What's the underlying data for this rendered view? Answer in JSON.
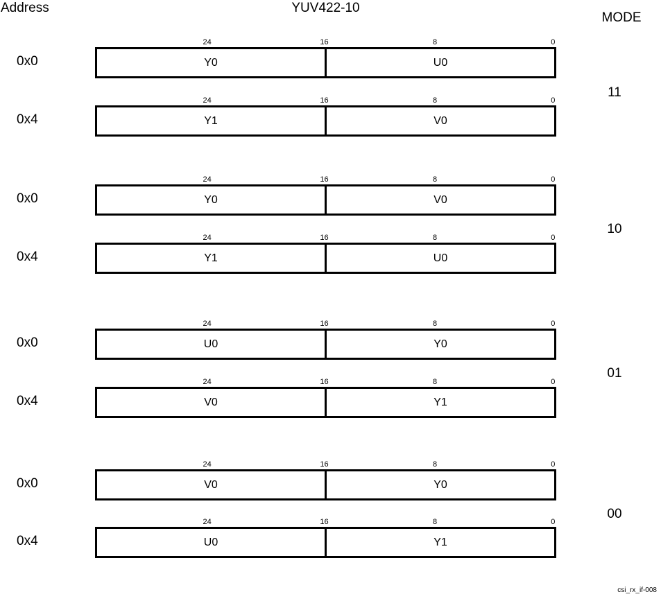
{
  "header": {
    "address_label": "Address",
    "title": "YUV422-10",
    "mode_label": "MODE"
  },
  "bit_scale": [
    "24",
    "16",
    "8",
    "0"
  ],
  "groups": [
    {
      "mode": "11",
      "rows": [
        {
          "address": "0x0",
          "high": "Y0",
          "low": "U0"
        },
        {
          "address": "0x4",
          "high": "Y1",
          "low": "V0"
        }
      ]
    },
    {
      "mode": "10",
      "rows": [
        {
          "address": "0x0",
          "high": "Y0",
          "low": "V0"
        },
        {
          "address": "0x4",
          "high": "Y1",
          "low": "U0"
        }
      ]
    },
    {
      "mode": "01",
      "rows": [
        {
          "address": "0x0",
          "high": "U0",
          "low": "Y0"
        },
        {
          "address": "0x4",
          "high": "V0",
          "low": "Y1"
        }
      ]
    },
    {
      "mode": "00",
      "rows": [
        {
          "address": "0x0",
          "high": "V0",
          "low": "Y0"
        },
        {
          "address": "0x4",
          "high": "U0",
          "low": "Y1"
        }
      ]
    }
  ],
  "footnote": "csi_rx_if-008",
  "colors": {
    "line": "#000000",
    "background": "#ffffff"
  }
}
